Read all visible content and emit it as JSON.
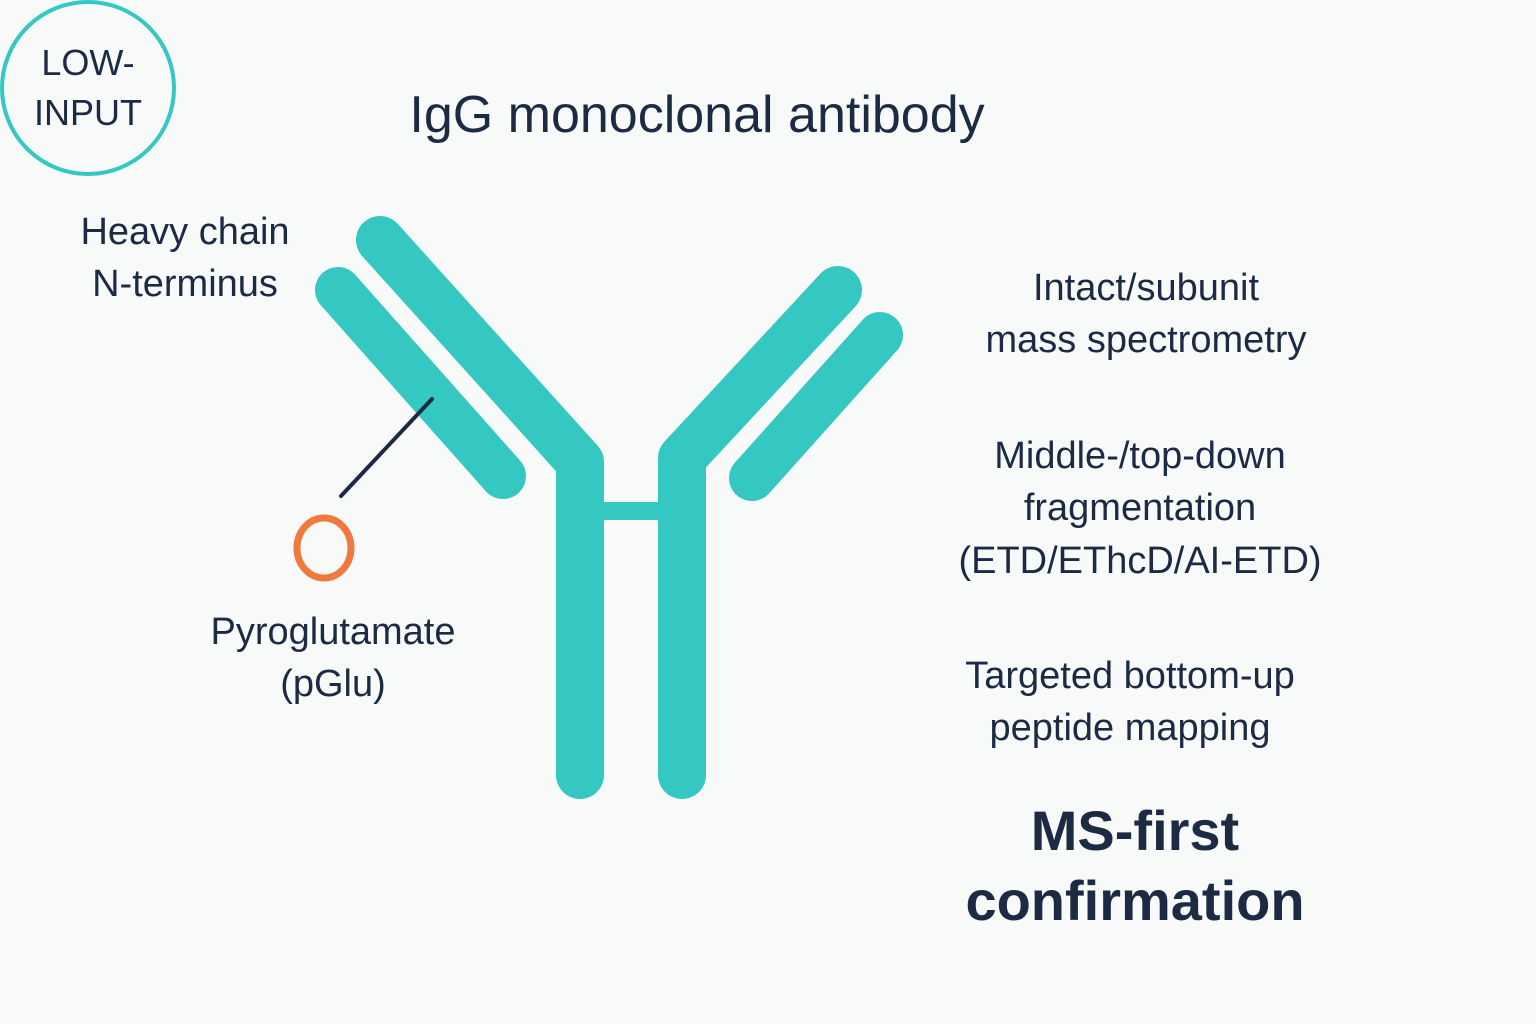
{
  "title": "IgG monoclonal antibody",
  "labels": {
    "heavy_chain_line1": "Heavy chain",
    "heavy_chain_line2": "N-terminus",
    "pglu_line1": "Pyroglutamate",
    "pglu_line2": "(pGlu)",
    "low_input_line1": "LOW-",
    "low_input_line2": "INPUT"
  },
  "methods": [
    {
      "line1": "Intact/subunit",
      "line2": "mass spectrometry"
    },
    {
      "line1": "Middle-/top-down",
      "line2": "fragmentation",
      "line3": "(ETD/EThcD/AI-ETD)"
    },
    {
      "line1": "Targeted bottom-up",
      "line2": "peptide mapping"
    }
  ],
  "conclusion": {
    "line1": "MS-first",
    "line2": "confirmation"
  },
  "colors": {
    "teal": "#35c7c2",
    "orange": "#f07a3e",
    "navy": "#1c2b43"
  }
}
